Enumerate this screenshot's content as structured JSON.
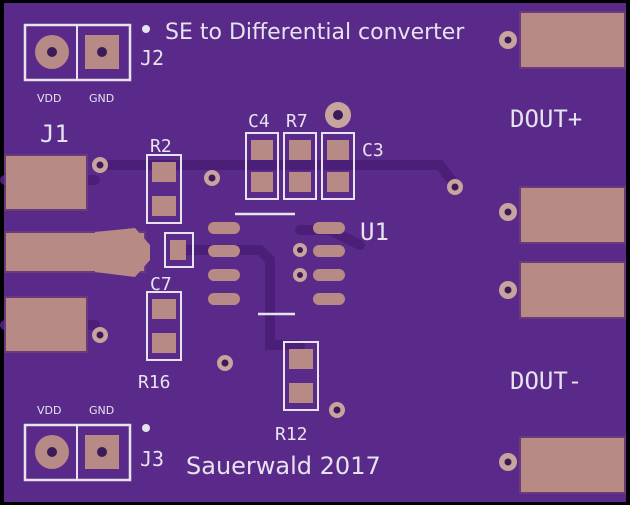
{
  "board": {
    "title": "SE to Differential converter",
    "credit": "Sauerwald 2017",
    "colors": {
      "outline": "#000000",
      "substrate": "#5a2a8a",
      "copper": "#b88a86",
      "copper_edge": "#6a3a7a",
      "via_ring": "#c9a39e",
      "via_hole": "#3b1a5a",
      "trace": "#4b1f78",
      "silk": "#e6e3ee"
    }
  },
  "labels": {
    "j1": "J1",
    "j2": "J2",
    "j3": "J3",
    "u1": "U1",
    "r2": "R2",
    "r7": "R7",
    "r12": "R12",
    "r16": "R16",
    "c3": "C3",
    "c4": "C4",
    "c7": "C7",
    "dout_plus": "DOUT+",
    "dout_minus": "DOUT-",
    "j2_vdd": "VDD",
    "j2_gnd": "GND",
    "j3_vdd": "VDD",
    "j3_gnd": "GND"
  }
}
